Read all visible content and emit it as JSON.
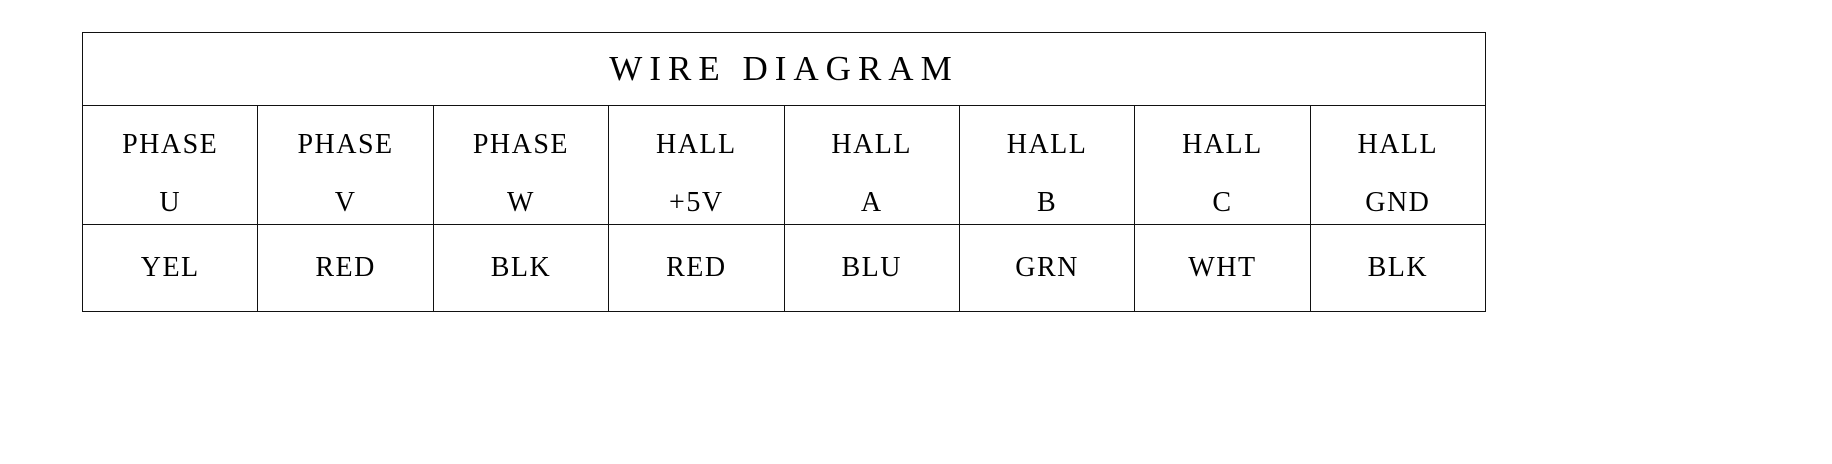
{
  "table": {
    "title": "WIRE DIAGRAM",
    "columns": [
      {
        "line1": "PHASE",
        "line2": "U",
        "value": "YEL"
      },
      {
        "line1": "PHASE",
        "line2": "V",
        "value": "RED"
      },
      {
        "line1": "PHASE",
        "line2": "W",
        "value": "BLK"
      },
      {
        "line1": "HALL",
        "line2": "+5V",
        "value": "RED"
      },
      {
        "line1": "HALL",
        "line2": "A",
        "value": "BLU"
      },
      {
        "line1": "HALL",
        "line2": "B",
        "value": "GRN"
      },
      {
        "line1": "HALL",
        "line2": "C",
        "value": "WHT"
      },
      {
        "line1": "HALL",
        "line2": "GND",
        "value": "BLK"
      }
    ],
    "colors": {
      "border": "#111111",
      "text": "#000000",
      "background": "#ffffff"
    }
  }
}
